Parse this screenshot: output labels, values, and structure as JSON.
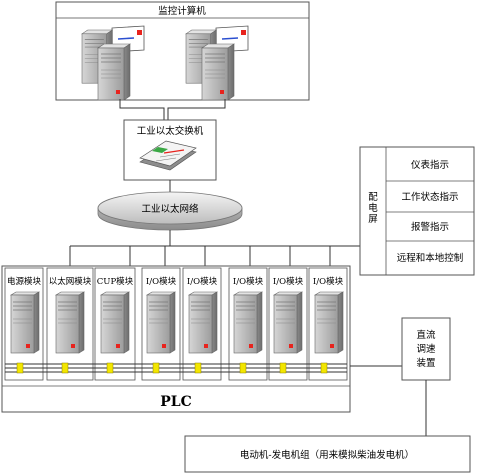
{
  "monitor": {
    "title": "监控计算机"
  },
  "switch": {
    "label": "工业以太交换机"
  },
  "ethernet": {
    "label": "工业以太网络"
  },
  "panel": {
    "title_lines": [
      "配",
      "电",
      "屏"
    ],
    "items": [
      "仪表指示",
      "工作状态指示",
      "报警指示",
      "远程和本地控制"
    ]
  },
  "plc": {
    "label": "PLC",
    "modules": [
      "电源模块",
      "以太网模块",
      "CUP模块",
      "I/O模块",
      "I/O模块",
      "I/O模块",
      "I/O模块",
      "I/O模块"
    ]
  },
  "dc_speed": {
    "lines": [
      "直流",
      "调速",
      "装置"
    ]
  },
  "generator": {
    "label": "电动机-发电机组（用来模拟柴油发电机）"
  },
  "colors": {
    "accent_red": "#e8231d",
    "accent_blue": "#2b4fd0",
    "tower_gray": "#a9a9a9",
    "connector_yellow": "#f3e600"
  }
}
